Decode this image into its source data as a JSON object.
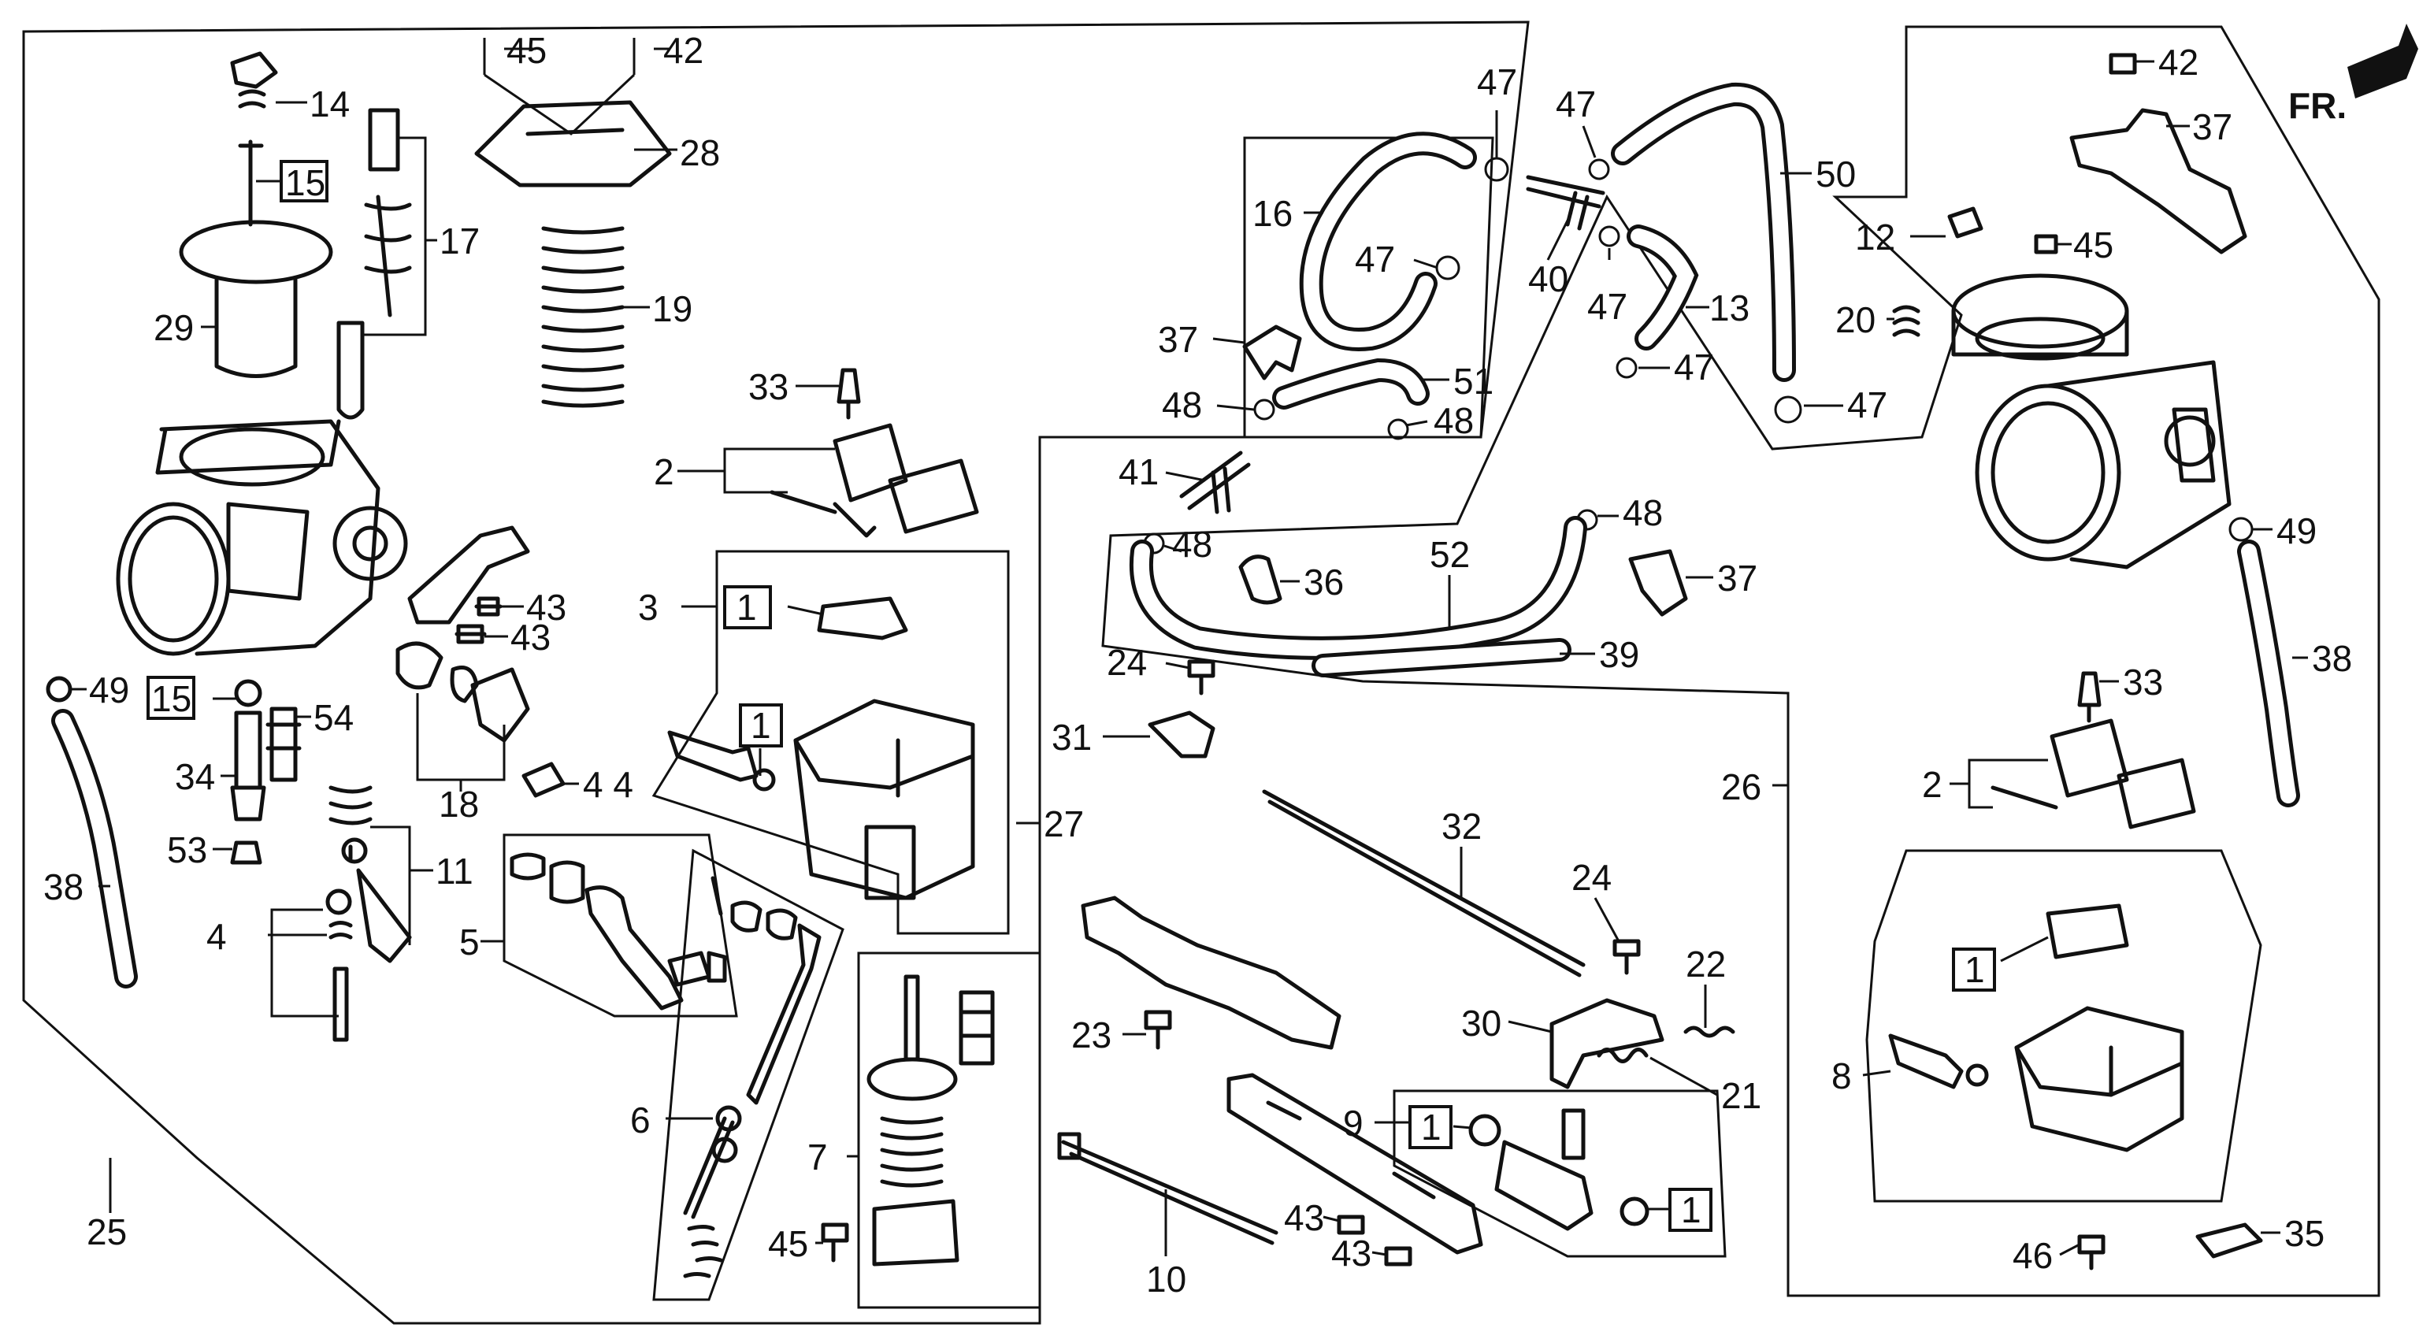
{
  "fr_label": "FR.",
  "icons": {
    "front_arrow": "front-direction-arrow"
  },
  "callouts": [
    {
      "id": "c45a",
      "text": "45"
    },
    {
      "id": "c42a",
      "text": "42"
    },
    {
      "id": "c14",
      "text": "14"
    },
    {
      "id": "c28",
      "text": "28"
    },
    {
      "id": "c15a",
      "text": "15"
    },
    {
      "id": "c17",
      "text": "17"
    },
    {
      "id": "c29",
      "text": "29"
    },
    {
      "id": "c19",
      "text": "19"
    },
    {
      "id": "c33a",
      "text": "33"
    },
    {
      "id": "c2a",
      "text": "2"
    },
    {
      "id": "c43a",
      "text": "43"
    },
    {
      "id": "c43b",
      "text": "43"
    },
    {
      "id": "c3",
      "text": "3"
    },
    {
      "id": "c1a",
      "text": "1"
    },
    {
      "id": "c1b",
      "text": "1"
    },
    {
      "id": "c49a",
      "text": "49"
    },
    {
      "id": "c15b",
      "text": "15"
    },
    {
      "id": "c54",
      "text": "54"
    },
    {
      "id": "c34",
      "text": "34"
    },
    {
      "id": "c18",
      "text": "18"
    },
    {
      "id": "c44",
      "text": "4 4"
    },
    {
      "id": "c11",
      "text": "11"
    },
    {
      "id": "c53",
      "text": "53"
    },
    {
      "id": "c38a",
      "text": "38"
    },
    {
      "id": "c4",
      "text": "4"
    },
    {
      "id": "c5",
      "text": "5"
    },
    {
      "id": "c27",
      "text": "27"
    },
    {
      "id": "c6",
      "text": "6"
    },
    {
      "id": "c7",
      "text": "7"
    },
    {
      "id": "c45b",
      "text": "45"
    },
    {
      "id": "c25",
      "text": "25"
    },
    {
      "id": "c47a",
      "text": "47"
    },
    {
      "id": "c47b",
      "text": "47"
    },
    {
      "id": "c50",
      "text": "50"
    },
    {
      "id": "c16",
      "text": "16"
    },
    {
      "id": "c47c",
      "text": "47"
    },
    {
      "id": "c40",
      "text": "40"
    },
    {
      "id": "c47d",
      "text": "47"
    },
    {
      "id": "c13",
      "text": "13"
    },
    {
      "id": "c37a",
      "text": "37"
    },
    {
      "id": "c51",
      "text": "51"
    },
    {
      "id": "c48a",
      "text": "48"
    },
    {
      "id": "c48b",
      "text": "48"
    },
    {
      "id": "c47e",
      "text": "47"
    },
    {
      "id": "c47f",
      "text": "47"
    },
    {
      "id": "c41",
      "text": "41"
    },
    {
      "id": "c48c",
      "text": "48"
    },
    {
      "id": "c48d",
      "text": "48"
    },
    {
      "id": "c36",
      "text": "36"
    },
    {
      "id": "c52",
      "text": "52"
    },
    {
      "id": "c37b",
      "text": "37"
    },
    {
      "id": "c24a",
      "text": "24"
    },
    {
      "id": "c39",
      "text": "39"
    },
    {
      "id": "c31",
      "text": "31"
    },
    {
      "id": "c32",
      "text": "32"
    },
    {
      "id": "c24b",
      "text": "24"
    },
    {
      "id": "c22",
      "text": "22"
    },
    {
      "id": "c23",
      "text": "23"
    },
    {
      "id": "c30",
      "text": "30"
    },
    {
      "id": "c21",
      "text": "21"
    },
    {
      "id": "c9",
      "text": "9"
    },
    {
      "id": "c1c",
      "text": "1"
    },
    {
      "id": "c1d",
      "text": "1"
    },
    {
      "id": "c43c",
      "text": "43"
    },
    {
      "id": "c43d",
      "text": "43"
    },
    {
      "id": "c10",
      "text": "10"
    },
    {
      "id": "c26",
      "text": "26"
    },
    {
      "id": "c42b",
      "text": "42"
    },
    {
      "id": "c37c",
      "text": "37"
    },
    {
      "id": "c12",
      "text": "12"
    },
    {
      "id": "c45c",
      "text": "45"
    },
    {
      "id": "c20",
      "text": "20"
    },
    {
      "id": "c49b",
      "text": "49"
    },
    {
      "id": "c38b",
      "text": "38"
    },
    {
      "id": "c33b",
      "text": "33"
    },
    {
      "id": "c2b",
      "text": "2"
    },
    {
      "id": "c1e",
      "text": "1"
    },
    {
      "id": "c8",
      "text": "8"
    },
    {
      "id": "c46",
      "text": "46"
    },
    {
      "id": "c35",
      "text": "35"
    }
  ]
}
